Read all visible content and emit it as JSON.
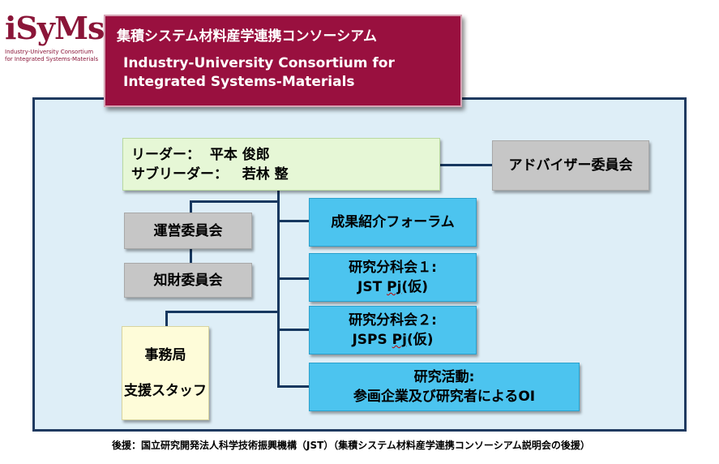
{
  "logo": {
    "title": "iSyMs",
    "subtitle_lines": [
      "Industry-University Consortium",
      "for Integrated Systems-Materials"
    ]
  },
  "banner": {
    "title_jp": "集積システム材料産学連携コンソーシアム",
    "title_en_lines": [
      "Industry-University Consortium for",
      "Integrated Systems-Materials"
    ]
  },
  "leader": {
    "line1": "リーダー：  平本 俊郎",
    "line2": "サブリーダー：   若林 整"
  },
  "advisory": "アドバイザー委員会",
  "steering": "運営委員会",
  "ip_committee": "知財委員会",
  "office": {
    "line1": "事務局",
    "line2": "支援スタッフ"
  },
  "forum": "成果紹介フォーラム",
  "wg1": {
    "line1": "研究分科会１:",
    "line2_pre": "JST ",
    "line2_mark": "Pj",
    "line2_post": "(仮)"
  },
  "wg2": {
    "line1": "研究分科会２:",
    "line2_pre": "JSPS ",
    "line2_mark": "Pj",
    "line2_post": "(仮)"
  },
  "research": {
    "line1": "研究活動:",
    "line2": "参画企業及び研究者によるOI"
  },
  "footnote": "後援：国立研究開発法人科学技術振興機構（JST）（集積システム材料産学連携コンソーシアム説明会の後援）",
  "colors": {
    "banner": "#99103f",
    "panel_bg": "#deeef7",
    "panel_border": "#1f3a60",
    "gray_box": "#c6c6c6",
    "cyan_box": "#4cc4ef",
    "leader_box": "#e6f7d6",
    "office_box": "#fefcd9"
  }
}
